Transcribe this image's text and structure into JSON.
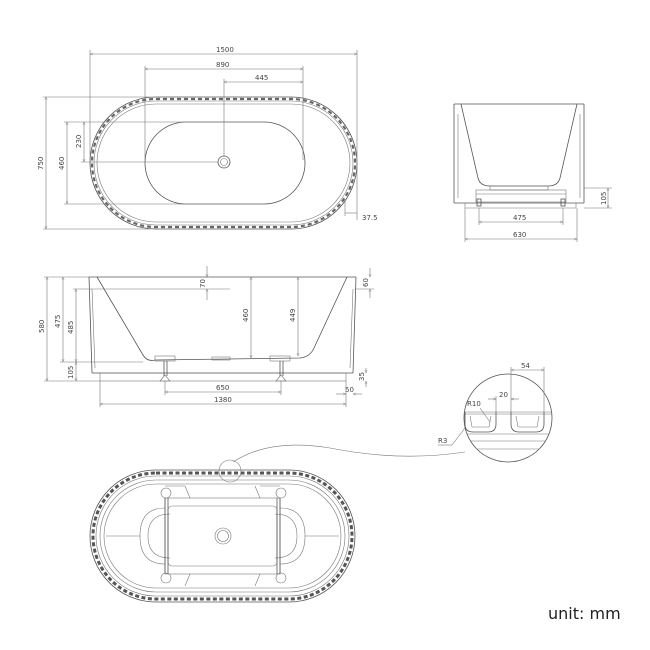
{
  "top_view": {
    "overall_length": "1500",
    "basin_length": "890",
    "drain_offset_x": "445",
    "overall_width": "750",
    "basin_width": "460",
    "drain_offset_y": "230",
    "rim_thickness": "37.5"
  },
  "end_view": {
    "foot_spacing": "475",
    "base_width": "630",
    "base_height": "105"
  },
  "side_view": {
    "overall_height": "580",
    "inner_height_left": "475",
    "overflow_height": "485",
    "base_height": "105",
    "overflow_depth": "70",
    "depth_center": "460",
    "depth_right": "449",
    "rim_height": "60",
    "foot_spacing": "650",
    "base_length": "1380",
    "plinth_height": "35",
    "plinth_offset": "50"
  },
  "detail_view": {
    "pitch": "54",
    "gap": "20",
    "radius_large": "R10",
    "radius_small": "R3"
  },
  "footer": {
    "unit_label": "unit: mm"
  }
}
